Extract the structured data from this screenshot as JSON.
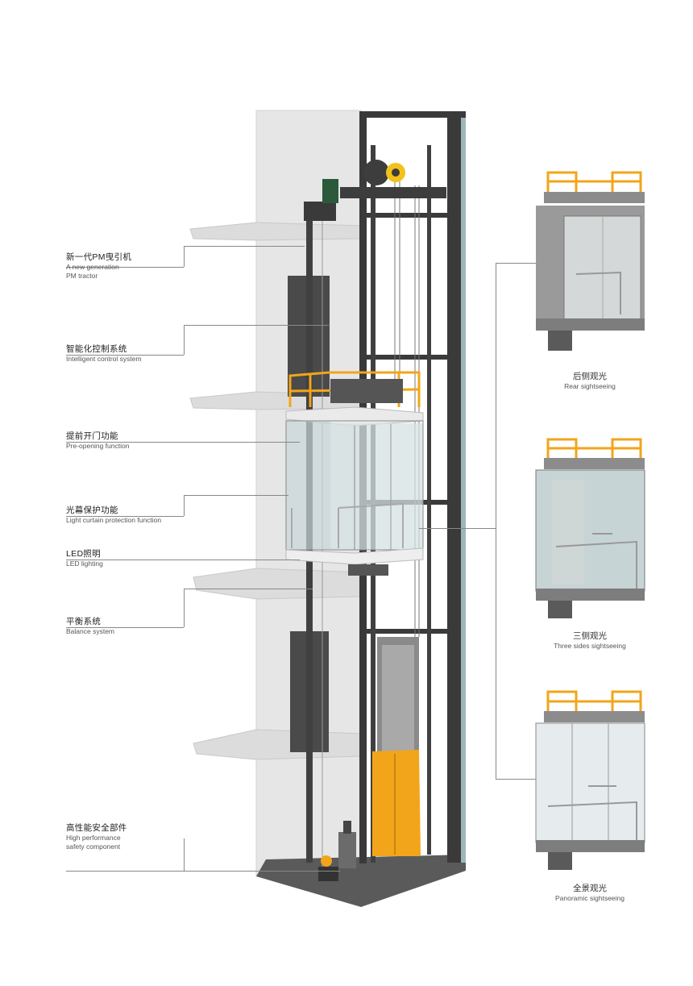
{
  "callouts": [
    {
      "zh": "新一代PM曳引机",
      "en": [
        "A new generation",
        "PM tractor"
      ]
    },
    {
      "zh": "智能化控制系统",
      "en": [
        "Intelligent control system"
      ]
    },
    {
      "zh": "提前开门功能",
      "en": [
        "Pre-opening function"
      ]
    },
    {
      "zh": "光幕保护功能",
      "en": [
        "Light curtain protection function"
      ]
    },
    {
      "zh": "LED照明",
      "en": [
        "LED lighting"
      ]
    },
    {
      "zh": "平衡系统",
      "en": [
        "Balance system"
      ]
    },
    {
      "zh": "高性能安全部件",
      "en": [
        "High performance",
        "safety component"
      ]
    }
  ],
  "variants": [
    {
      "zh": "后侧观光",
      "en": "Rear sightseeing"
    },
    {
      "zh": "三侧观光",
      "en": "Three sides sightseeing"
    },
    {
      "zh": "全景观光",
      "en": "Panoramic sightseeing"
    }
  ],
  "colors": {
    "frame": "#3a3a3a",
    "wall": "#e4e4e4",
    "accent": "#f2a51a",
    "glass": "#c7d6d8",
    "leader": "#888888"
  }
}
